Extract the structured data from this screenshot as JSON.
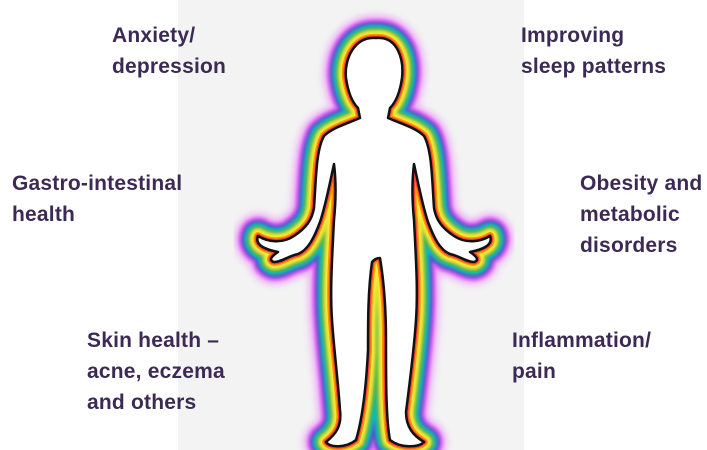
{
  "diagram": {
    "labels": {
      "anxiety": {
        "line1": "Anxiety/",
        "line2": "depression"
      },
      "sleep": {
        "line1": "Improving",
        "line2": "sleep patterns"
      },
      "gastro": {
        "line1": "Gastro-intestinal",
        "line2": "health"
      },
      "obesity": {
        "line1": "Obesity and",
        "line2": "metabolic",
        "line3": "disorders"
      },
      "skin": {
        "line1": "Skin health –",
        "line2": "acne, eczema",
        "line3": "and others"
      },
      "inflam": {
        "line1": "Inflammation/",
        "line2": "pain"
      }
    },
    "colors": {
      "text": "#3c2a55",
      "outline": "#111111",
      "aura": [
        "#e040fb",
        "#3f51b5",
        "#00bcd4",
        "#4caf50",
        "#cddc39",
        "#ffeb3b",
        "#ff9800",
        "#f44336"
      ]
    }
  }
}
